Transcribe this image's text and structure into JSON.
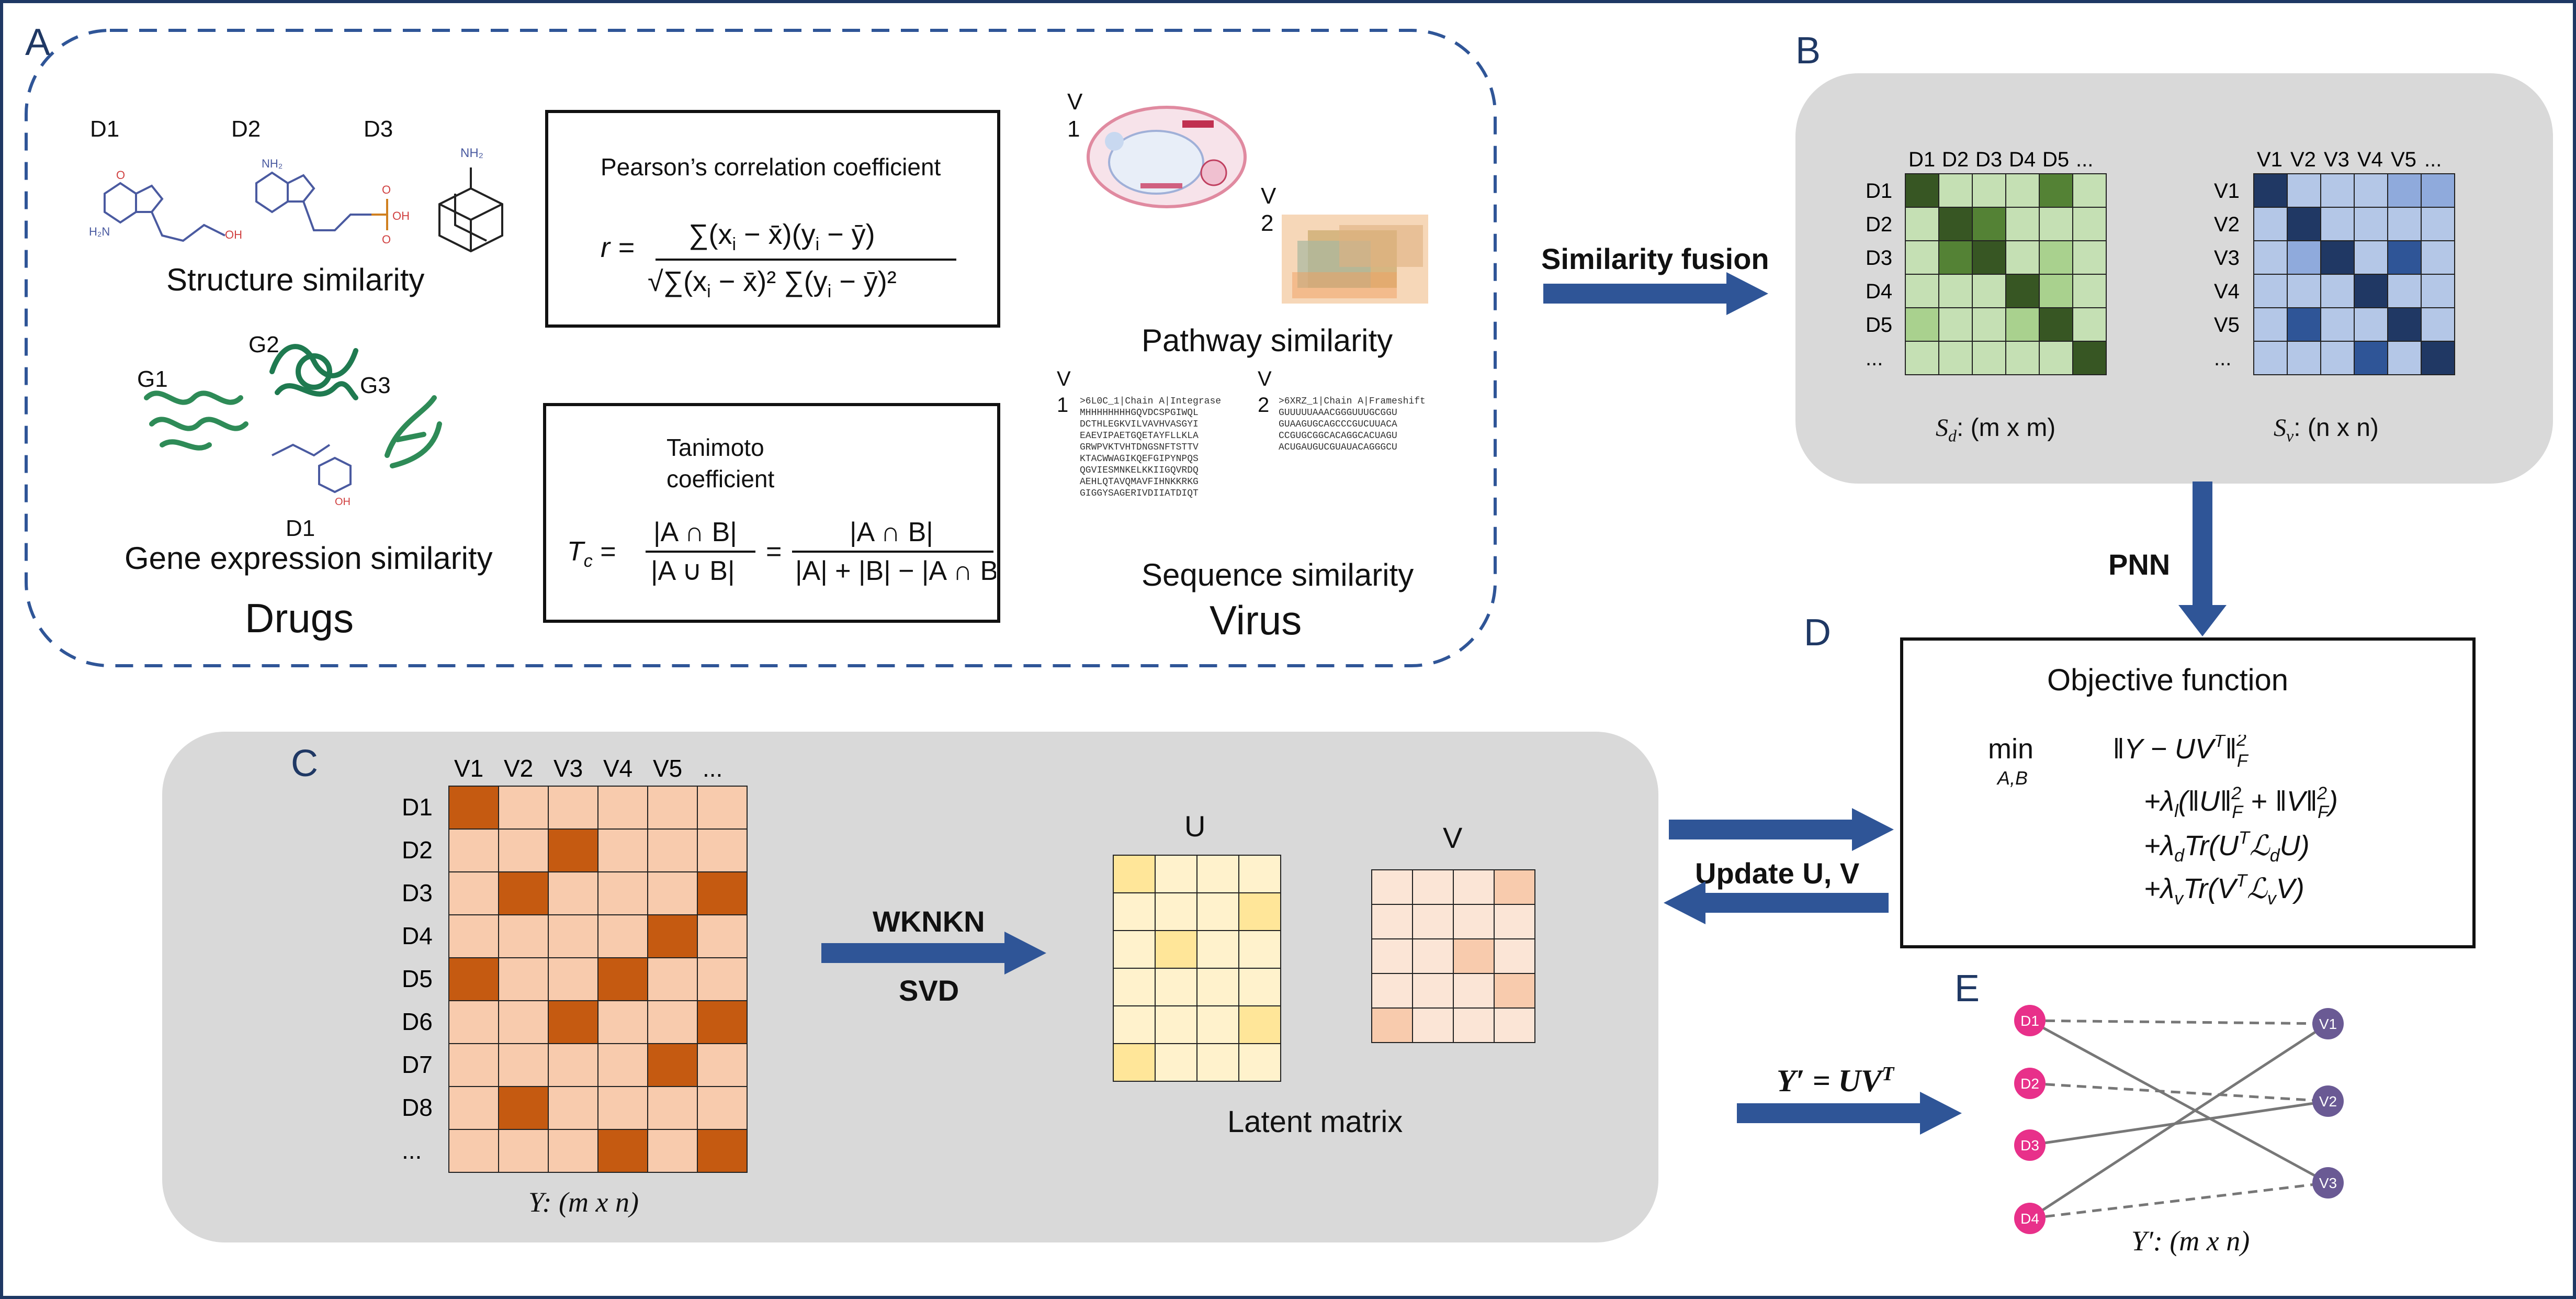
{
  "panel_letters": {
    "a": "A",
    "b": "B",
    "c": "C",
    "d": "D",
    "e": "E"
  },
  "panel_a": {
    "drug_labels": {
      "d1": "D1",
      "d2": "D2",
      "d3": "D3",
      "g1": "G1",
      "g2": "G2",
      "g3": "G3",
      "d1b": "D1"
    },
    "structure_similarity": "Structure similarity",
    "gene_expression_similarity": "Gene expression similarity",
    "drugs": "Drugs",
    "pearson_title": "Pearson’s correlation coefficient",
    "tanimoto_title_1": "Tanimoto",
    "tanimoto_title_2": "coefficient",
    "virus_label_v": "V",
    "virus_label_1": "1",
    "virus_label_2": "2",
    "pathway_similarity": "Pathway similarity",
    "sequence_similarity": "Sequence similarity",
    "virus": "Virus",
    "seq1_header": ">6L0C_1|Chain A|Integrase",
    "seq1_lines": [
      "MHHHHHHHHGQVDCSPGIWQL",
      "DCTHLEGKVILVAVHVASGYI",
      "EAEVIPAETGQETAYFLLKLA",
      "GRWPVKTVHTDNGSNFTSTTV",
      "KTACWWAGIKQEFGIPYNPQS",
      "QGVIESMNKELKKIIGQVRDQ",
      "AEHLQTAVQMAVFIHNKKRKG",
      "GIGGYSAGERIVDIIATDIQT"
    ],
    "seq2_header": ">6XRZ_1|Chain A|Frameshift",
    "seq2_lines": [
      "GUUUUUAAACGGGUUUGCGGU",
      "GUAAGUGCAGCCCGUCUUACA",
      "CCGUGCGGCACAGGCACUAGU",
      "ACUGAUGUCGUAUACAGGGCU"
    ]
  },
  "similarity_fusion": "Similarity fusion",
  "panel_b": {
    "sd_cols": [
      "D1",
      "D2",
      "D3",
      "D4",
      "D5",
      "..."
    ],
    "sd_rows": [
      "D1",
      "D2",
      "D3",
      "D4",
      "D5",
      "..."
    ],
    "sv_cols": [
      "V1",
      "V2",
      "V3",
      "V4",
      "V5",
      "..."
    ],
    "sv_rows": [
      "V1",
      "V2",
      "V3",
      "V4",
      "V5",
      "..."
    ],
    "sd_caption_sym": "S",
    "sd_caption_sub": "d",
    "sd_caption_rest": ": (m x m)",
    "sv_caption_sym": "S",
    "sv_caption_sub": "v",
    "sv_caption_rest": ": (n x n)",
    "sd_values": [
      [
        1.0,
        0.2,
        0.2,
        0.2,
        0.6,
        0.2
      ],
      [
        0.2,
        1.0,
        0.6,
        0.2,
        0.2,
        0.2
      ],
      [
        0.2,
        0.6,
        1.0,
        0.2,
        0.3,
        0.2
      ],
      [
        0.2,
        0.2,
        0.2,
        1.0,
        0.3,
        0.2
      ],
      [
        0.3,
        0.2,
        0.2,
        0.3,
        1.0,
        0.2
      ],
      [
        0.2,
        0.2,
        0.2,
        0.2,
        0.2,
        1.0
      ]
    ],
    "sv_values": [
      [
        1.0,
        0.2,
        0.2,
        0.2,
        0.4,
        0.4
      ],
      [
        0.2,
        1.0,
        0.2,
        0.2,
        0.2,
        0.2
      ],
      [
        0.2,
        0.4,
        1.0,
        0.2,
        0.7,
        0.2
      ],
      [
        0.2,
        0.2,
        0.2,
        1.0,
        0.2,
        0.2
      ],
      [
        0.2,
        0.7,
        0.2,
        0.2,
        1.0,
        0.2
      ],
      [
        0.2,
        0.2,
        0.2,
        0.7,
        0.2,
        1.0
      ]
    ]
  },
  "pnn": "PNN",
  "panel_d": {
    "title": "Objective function",
    "min": "min",
    "min_sub": "A,B",
    "line1": "‖Y − UV",
    "line2": "+λ",
    "line3": "+λ",
    "line4": "+λ"
  },
  "update_uv": "Update U, V",
  "panel_c": {
    "cols": [
      "V1",
      "V2",
      "V3",
      "V4",
      "V5",
      "..."
    ],
    "rows": [
      "D1",
      "D2",
      "D3",
      "D4",
      "D5",
      "D6",
      "D7",
      "D8",
      "..."
    ],
    "y_values": [
      [
        1,
        0,
        0,
        0,
        0,
        0
      ],
      [
        0,
        0,
        1,
        0,
        0,
        0
      ],
      [
        0,
        1,
        0,
        0,
        0,
        1
      ],
      [
        0,
        0,
        0,
        0,
        1,
        0
      ],
      [
        1,
        0,
        0,
        1,
        0,
        0
      ],
      [
        0,
        0,
        1,
        0,
        0,
        1
      ],
      [
        0,
        0,
        0,
        0,
        1,
        0
      ],
      [
        0,
        1,
        0,
        0,
        0,
        0
      ],
      [
        0,
        0,
        0,
        1,
        0,
        1
      ]
    ],
    "y_caption": "Y: (m x n)",
    "wknkn": "WKNKN",
    "svd": "SVD",
    "u_label": "U",
    "v_label": "V",
    "latent_matrix": "Latent matrix"
  },
  "panel_e": {
    "equation": "Y′ = UV",
    "equation_sup": "T",
    "drug_nodes": [
      "D1",
      "D2",
      "D3",
      "D4"
    ],
    "virus_nodes": [
      "V1",
      "V2",
      "V3"
    ],
    "caption": "Y′: (m x n)"
  },
  "colors": {
    "dashed_border": "#2f5597",
    "arrow": "#2f5597",
    "green_dark": "#375623",
    "green_mid": "#548235",
    "green_light": "#a9d18e",
    "green_pale": "#c5e0b4",
    "blue_dark": "#203864",
    "blue_mid": "#2f5597",
    "blue_light": "#8faadc",
    "blue_pale": "#b4c7e7",
    "orange_dark": "#c55a11",
    "orange_pale": "#f8cbad",
    "drug_node": "#e8308a",
    "virus_node": "#6a5a94"
  }
}
